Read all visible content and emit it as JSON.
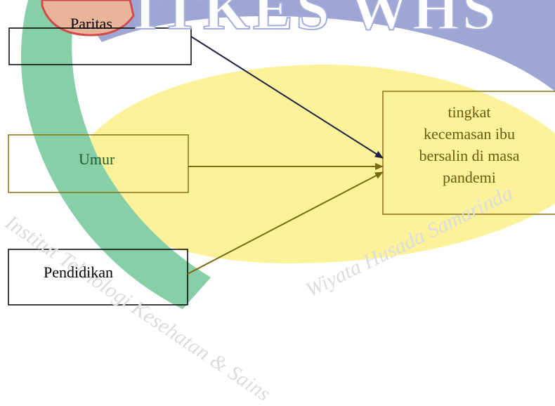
{
  "watermark": {
    "letters": "ITKES WHS",
    "text_left": "Institut Teknologi Kesehatan & Sains",
    "text_right": "Wiyata Husada Samarinda"
  },
  "nodes": {
    "paritas": "Paritas",
    "umur": "Umur",
    "pendidikan": "Pendidikan",
    "outcome_lines": [
      "tingkat",
      "kecemasan ibu",
      "bersalin di masa",
      "pandemi"
    ]
  },
  "colors": {
    "lavender_band": "#9ea6d4",
    "yellow_band": "#fbf29a",
    "green_band": "#86cfa7",
    "navy_arrow": "#1e2044",
    "olive_arrow": "#7a6a10",
    "box_olive": "#8a7214",
    "umur_text": "#1f5d2e",
    "outcome_text": "#6e5a10"
  }
}
